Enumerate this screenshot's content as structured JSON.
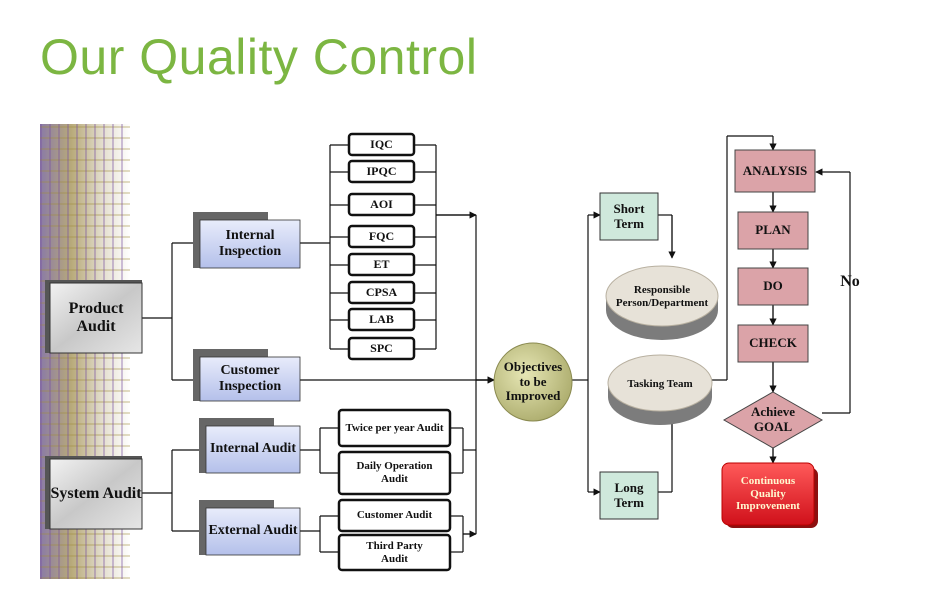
{
  "title": "Our Quality Control",
  "audits": {
    "product": "Product Audit",
    "system": "System Audit"
  },
  "inspection": {
    "internal": "Internal Inspection",
    "customer": "Customer Inspection"
  },
  "system_audits": {
    "internal": "Internal Audit",
    "external": "External Audit"
  },
  "checks": [
    "IQC",
    "IPQC",
    "AOI",
    "FQC",
    "ET",
    "CPSA",
    "LAB",
    "SPC"
  ],
  "internal_audit_items": [
    "Twice per year Audit",
    "Daily Operation Audit"
  ],
  "external_audit_items": [
    "Customer Audit",
    "Third Party Audit"
  ],
  "objectives": "Objectives to be Improved",
  "terms": {
    "short": "Short Term",
    "long": "Long Term"
  },
  "roles": {
    "responsible": "Responsible Person/Department",
    "tasking": "Tasking Team"
  },
  "pdca": [
    "ANALYSIS",
    "PLAN",
    "DO",
    "CHECK"
  ],
  "goal": "Achieve GOAL",
  "no_label": "No",
  "result": "Continuous Quality Improvement",
  "colors": {
    "title_green": "#7cb642",
    "blue_box": "#c9d3f2",
    "pink_box": "#dba3a8",
    "red_box": "#e8242c",
    "objectives": "#c8c88a"
  }
}
